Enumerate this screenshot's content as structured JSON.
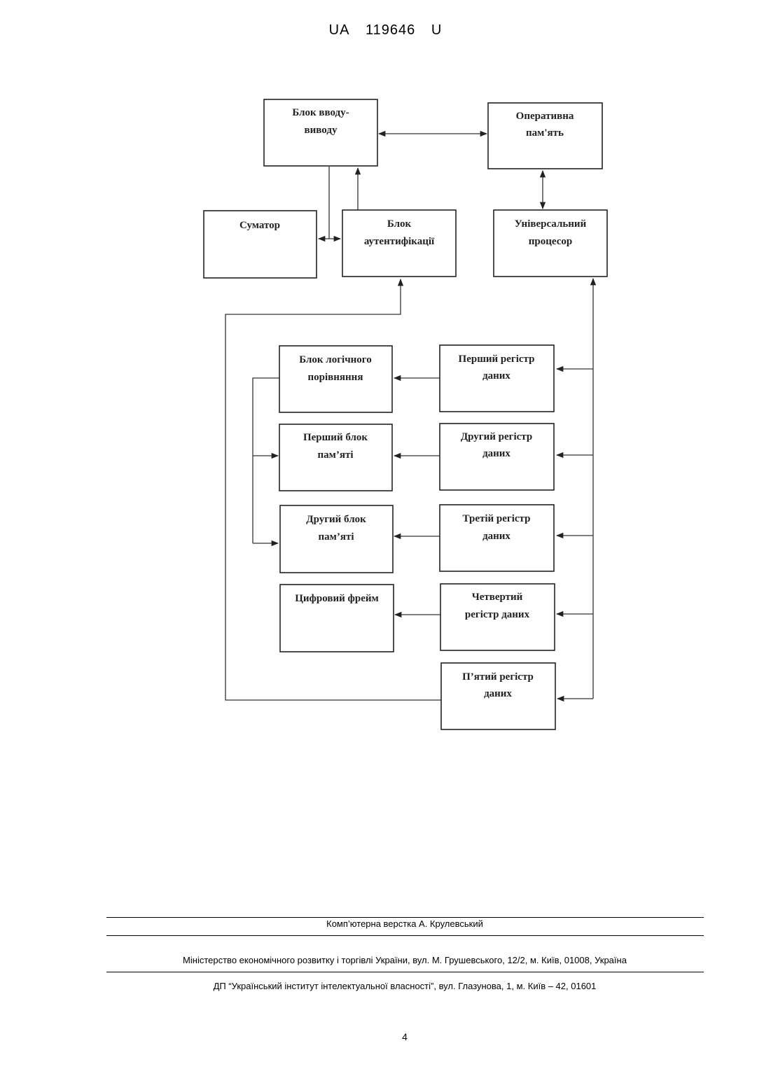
{
  "header": {
    "country": "UA",
    "number": "119646",
    "kind": "U"
  },
  "diagram": {
    "blocks": {
      "io": [
        "Блок вводу-",
        "виводу"
      ],
      "ram": [
        "Оперативна",
        "пам'ять"
      ],
      "adder": [
        "Суматор"
      ],
      "auth": [
        "Блок",
        "аутентифікації"
      ],
      "cpu": [
        "Універсальний",
        "процесор"
      ],
      "logic": [
        "Блок логічного",
        "порівняння"
      ],
      "mem1": [
        "Перший блок",
        "пам’яті"
      ],
      "mem2": [
        "Другий блок",
        "пам’яті"
      ],
      "frame": [
        "Цифровий фрейм"
      ],
      "reg1": [
        "Перший регістр",
        "даних"
      ],
      "reg2": [
        "Другий регістр",
        "даних"
      ],
      "reg3": [
        "Третій регістр",
        "даних"
      ],
      "reg4": [
        "Четвертий",
        "регістр даних"
      ],
      "reg5": [
        "П’ятий регістр",
        "даних"
      ]
    }
  },
  "footer": {
    "layout": "Комп’ютерна верстка А. Крулевський",
    "ministry": "Міністерство економічного розвитку і торгівлі України, вул. М. Грушевського, 12/2, м. Київ, 01008, Україна",
    "institute": "ДП “Український інститут інтелектуальної власності”, вул. Глазунова, 1, м. Київ – 42, 01601",
    "page_number": "4"
  }
}
